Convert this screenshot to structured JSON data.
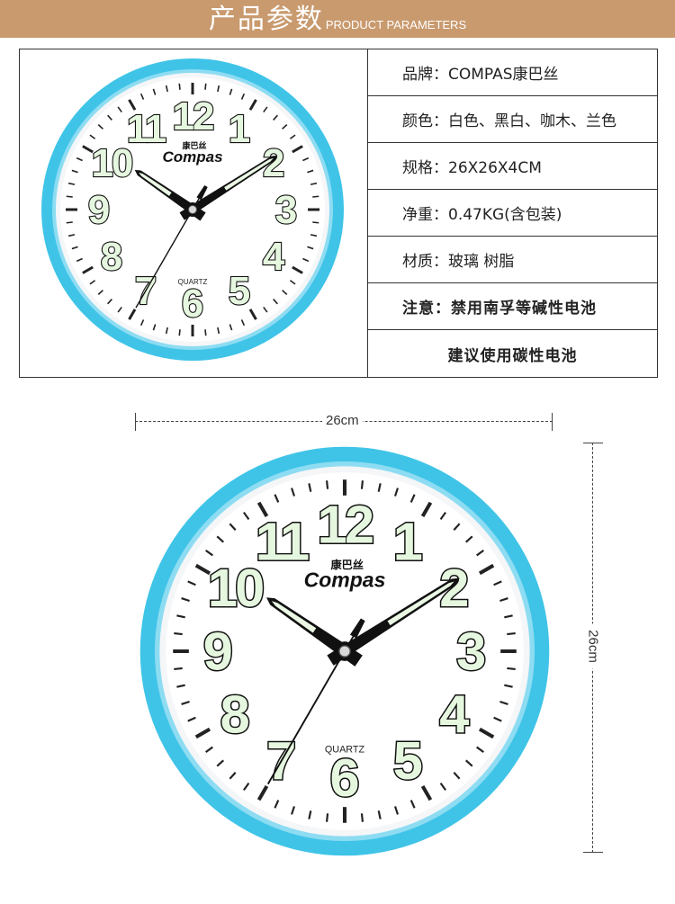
{
  "banner": {
    "title": "产品参数",
    "subtitle": "PRODUCT PARAMETERS"
  },
  "clock": {
    "brand_cn": "康巴丝",
    "brand_en": "Compas",
    "movement": "QUARTZ",
    "numerals": [
      "12",
      "1",
      "2",
      "3",
      "4",
      "5",
      "6",
      "7",
      "8",
      "9",
      "10",
      "11"
    ],
    "colors": {
      "ring": "#3fc4e8",
      "ring_inner": "#8ddcf2",
      "dial": "#ffffff",
      "numeral_fill": "#e6f7df",
      "numeral_stroke": "#111111",
      "hand": "#111111"
    },
    "time_shown": {
      "hours": 10,
      "minutes": 9,
      "seconds": 35
    }
  },
  "specs": [
    {
      "text": "品牌：COMPAS康巴丝"
    },
    {
      "text": "颜色：白色、黑白、咖木、兰色"
    },
    {
      "text": "规格：26X26X4CM"
    },
    {
      "text": "净重：0.47KG(含包装)"
    },
    {
      "text": "材质：玻璃 树脂"
    },
    {
      "text": "注意：禁用南孚等碱性电池"
    },
    {
      "text": "建议使用碳性电池"
    }
  ],
  "dimensions": {
    "width_label": "26cm",
    "height_label": "26cm"
  }
}
